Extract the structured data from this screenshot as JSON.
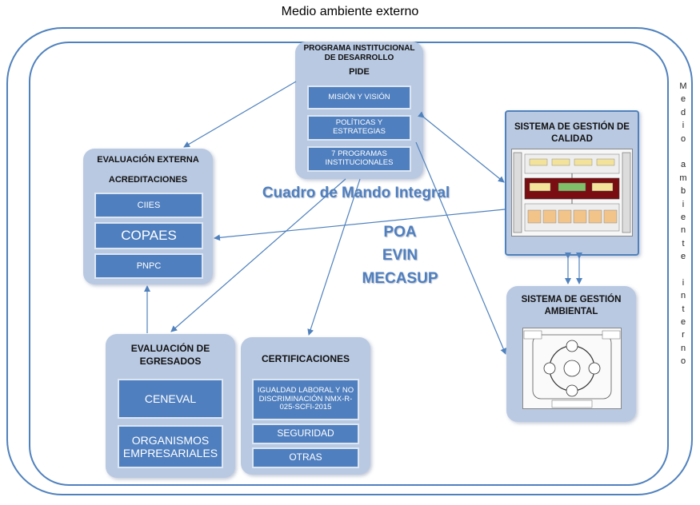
{
  "outer_label": "Medio ambiente externo",
  "inner_label_letters": [
    "M",
    "e",
    "d",
    "i",
    "o",
    "",
    "a",
    "m",
    "b",
    "i",
    "e",
    "n",
    "t",
    "e",
    "",
    "i",
    "n",
    "t",
    "e",
    "r",
    "n",
    "o"
  ],
  "pide": {
    "title": "PROGRAMA INSTITUCIONAL DE DESARROLLO",
    "subtitle": "PIDE",
    "items": [
      "MISIÓN Y VISIÓN",
      "POLÍTICAS Y ESTRATEGIAS",
      "7 PROGRAMAS INSTITUCIONALES"
    ]
  },
  "evaluacion_externa": {
    "title": "EVALUACIÓN EXTERNA",
    "subtitle": "ACREDITACIONES",
    "items": [
      "CIIES",
      "COPAES",
      "PNPC"
    ]
  },
  "center": {
    "title": "Cuadro de Mando Integral",
    "lines": [
      "POA",
      "EVIN",
      "MECASUP"
    ]
  },
  "calidad": {
    "title": "SISTEMA DE GESTIÓN DE CALIDAD"
  },
  "ambiental": {
    "title": "SISTEMA DE GESTIÓN AMBIENTAL"
  },
  "egresados": {
    "title": "EVALUACIÓN DE EGRESADOS",
    "items": [
      "CENEVAL",
      "ORGANISMOS EMPRESARIALES"
    ]
  },
  "certificaciones": {
    "title": "CERTIFICACIONES",
    "items": [
      "IGUALDAD LABORAL Y NO DISCRIMINACIÓN NMX-R-025-SCFI-2015",
      "SEGURIDAD",
      "OTRAS"
    ]
  },
  "colors": {
    "ring": "#4f81bd",
    "panel": "#b9c9e2",
    "button": "#4f7fbf",
    "accent_text": "#4f7fbf"
  }
}
